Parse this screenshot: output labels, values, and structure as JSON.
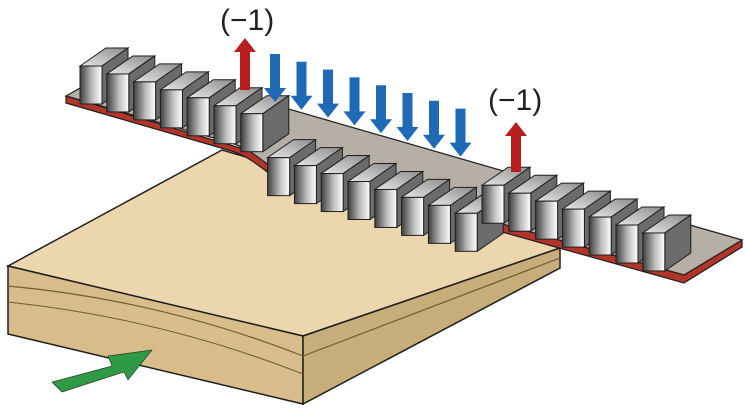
{
  "labels": {
    "left_coefficient": "(−1)",
    "right_coefficient": "(−1)"
  },
  "pins": {
    "count": 22,
    "depressed_from": 7,
    "depressed_to": 14
  },
  "arrows": {
    "down_count": 8,
    "up_count": 2,
    "push_direction": "right"
  },
  "colors": {
    "board_top": "#ecd6ae",
    "board_side": "#c6ad79",
    "film": "#b5afa5",
    "film_edge": "#b3352a",
    "pin_dark": "#4a4a4a",
    "pin_light": "#ffffff",
    "up_arrow": "#b81e1e",
    "down_arrow": "#1f69b7",
    "push_arrow": "#2f9a45",
    "outline": "#1e1e1e"
  }
}
